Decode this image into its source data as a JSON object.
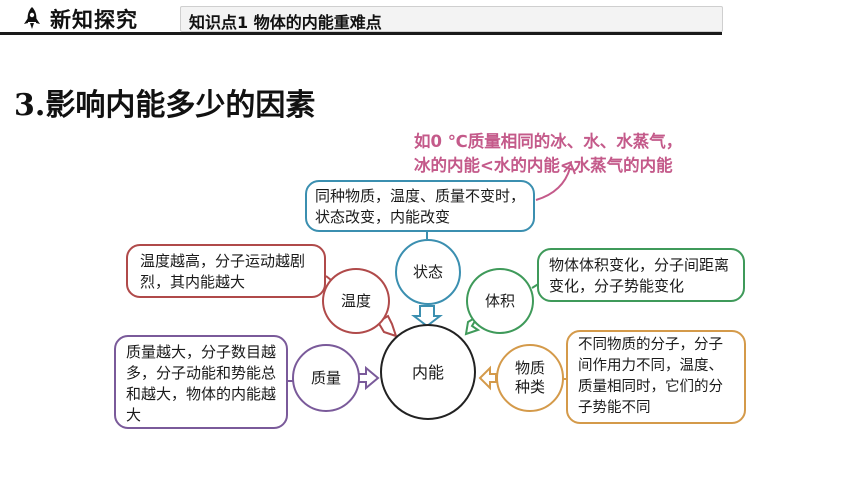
{
  "header": {
    "section_title": "新知探究",
    "tab_label": "知识点1  物体的内能重难点"
  },
  "heading": "3.影响内能多少的因素",
  "annotation": {
    "line1": "如0 ℃质量相同的冰、水、水蒸气，",
    "line2": "冰的内能<水的内能<水蒸气的内能"
  },
  "diagram": {
    "center": "内能",
    "nodes": {
      "state": {
        "label": "状态",
        "description": "同种物质，温度、质量不变时，状态改变，内能改变"
      },
      "temperature": {
        "label": "温度",
        "description": "温度越高，分子运动越剧烈，其内能越大"
      },
      "volume": {
        "label": "体积",
        "description": "物体体积变化，分子间距离变化，分子势能变化"
      },
      "mass": {
        "label": "质量",
        "description": "质量越大，分子数目越多，分子动能和势能总和越大，物体的内能越大"
      },
      "material": {
        "label": "物质种类",
        "label_line1": "物质",
        "label_line2": "种类",
        "description": "不同物质的分子，分子间作用力不同，温度、质量相同时，它们的分子势能不同"
      }
    }
  },
  "colors": {
    "state": "#3b8fb0",
    "temperature": "#b04a4a",
    "volume": "#3f9a5a",
    "mass": "#7a5a9a",
    "material": "#d49a4a",
    "annotation": "#c45a8a",
    "center": "#222222"
  }
}
